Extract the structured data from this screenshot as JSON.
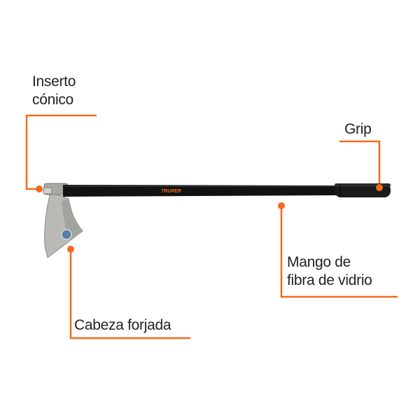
{
  "labels": {
    "inserto": {
      "line1": "Inserto",
      "line2": "cónico"
    },
    "grip": "Grip",
    "mango": {
      "line1": "Mango de",
      "line2": "fibra de vidrio"
    },
    "cabeza": "Cabeza forjada"
  },
  "brand_mark": "TRUPER",
  "colors": {
    "accent": "#f26b1d",
    "handle": "#121212",
    "blade": "#b9b9b5",
    "text": "#222222"
  }
}
